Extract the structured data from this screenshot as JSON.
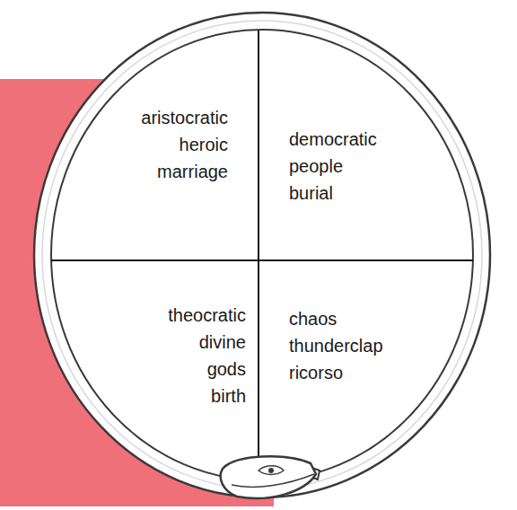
{
  "diagram": {
    "nodes": [
      {
        "text": [
          "aristocratic",
          "heroic",
          "marriage"
        ]
      },
      {
        "text": [
          "democratic",
          "people",
          "burial"
        ]
      },
      {
        "text": [
          "theocratic",
          "divine",
          "gods",
          "birth"
        ]
      },
      {
        "text": [
          "chaos",
          "thunderclap",
          "ricorso"
        ]
      }
    ]
  }
}
